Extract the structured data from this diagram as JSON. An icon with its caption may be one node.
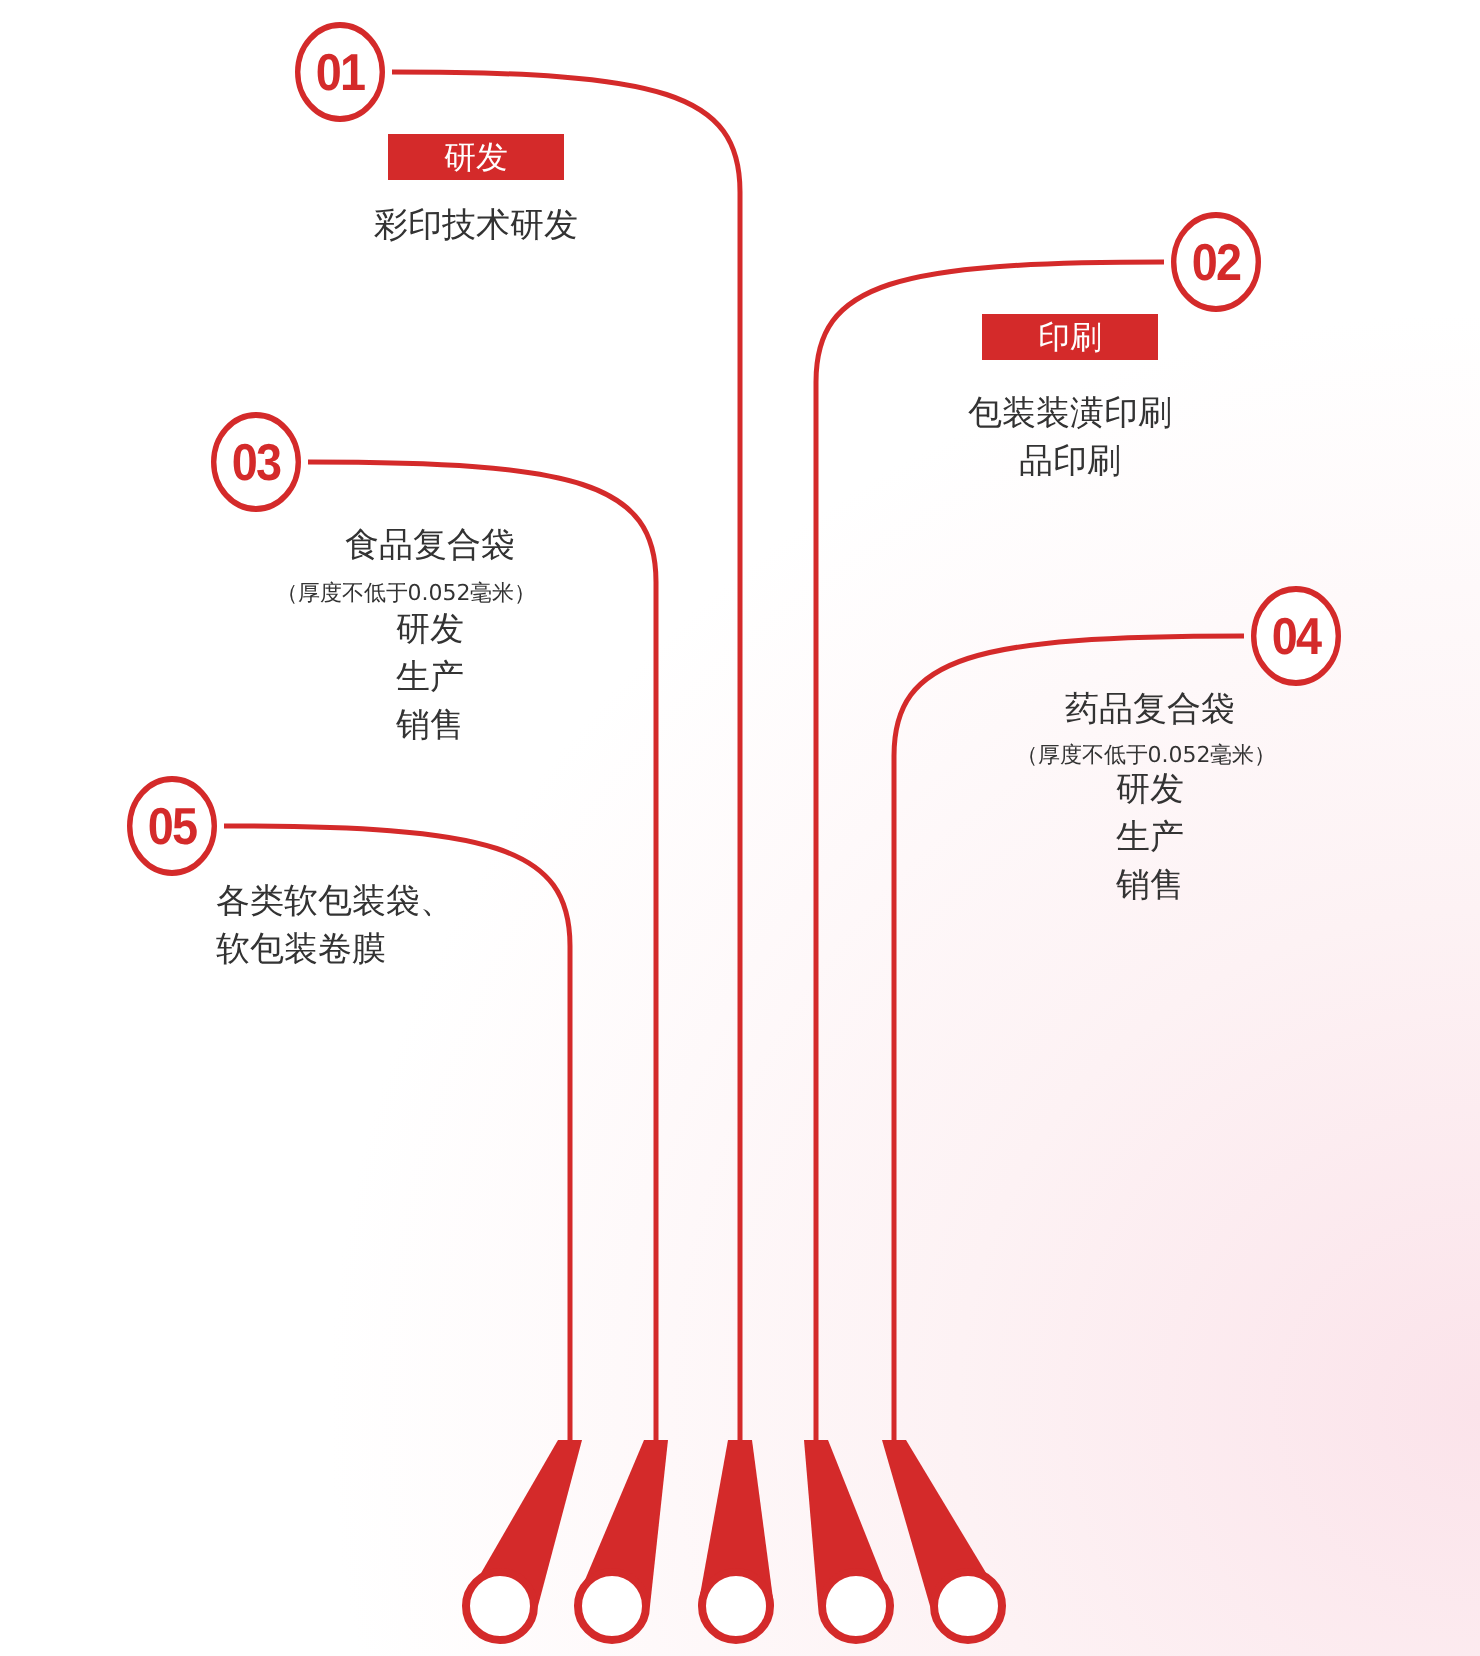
{
  "diagram": {
    "nodes": [
      {
        "text": [
          "01"
        ],
        "beside": [
          "研发",
          "彩印技术研发"
        ]
      },
      {
        "text": [
          "02"
        ],
        "beside": [
          "印刷",
          "包装装潢印刷品印刷"
        ]
      },
      {
        "text": [
          "03"
        ],
        "beside": [
          "食品复合袋",
          "（厚度不低于0.052毫米）",
          "研发",
          "生产",
          "销售"
        ]
      },
      {
        "text": [
          "04"
        ],
        "beside": [
          "药品复合袋",
          "（厚度不低于0.052毫米）",
          "研发",
          "生产",
          "销售"
        ]
      },
      {
        "text": [
          "05"
        ],
        "beside": [
          "各类软包装袋、软包装卷膜"
        ]
      },
      {
        "text": [],
        "shape": "tube"
      },
      {
        "text": [],
        "shape": "tube"
      },
      {
        "text": [],
        "shape": "tube"
      },
      {
        "text": [],
        "shape": "tube"
      },
      {
        "text": [],
        "shape": "tube"
      }
    ],
    "edges": [
      {
        "from": 0,
        "to": 7,
        "arrow": "none"
      },
      {
        "from": 1,
        "to": 8,
        "arrow": "none"
      },
      {
        "from": 2,
        "to": 6,
        "arrow": "none"
      },
      {
        "from": 3,
        "to": 9,
        "arrow": "none"
      },
      {
        "from": 4,
        "to": 5,
        "arrow": "none"
      }
    ]
  }
}
